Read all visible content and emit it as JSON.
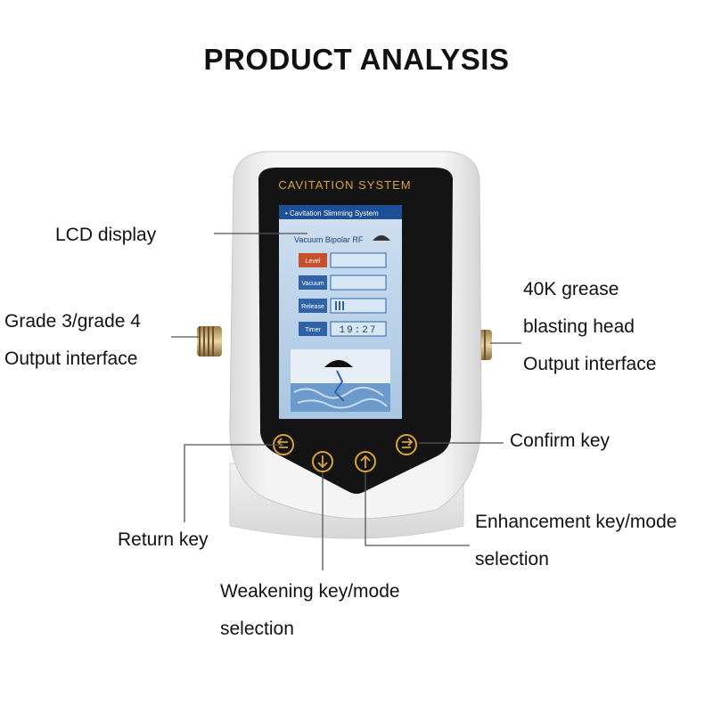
{
  "title": "PRODUCT ANALYSIS",
  "device": {
    "brand_label": "CAVITATION SYSTEM",
    "screen": {
      "header": "• Cavitation Slimming System",
      "mode": "Vacuum Bipolar RF",
      "rows": [
        {
          "label": "Level"
        },
        {
          "label": "Vacuum"
        },
        {
          "label": "Release"
        },
        {
          "label": "Timer",
          "value": "19:27"
        }
      ]
    }
  },
  "callouts": {
    "lcd": {
      "lines": [
        "LCD display"
      ]
    },
    "grade": {
      "lines": [
        "Grade 3/grade 4",
        "Output interface"
      ]
    },
    "grease": {
      "lines": [
        "40K grease",
        "blasting head",
        "Output interface"
      ]
    },
    "confirm": {
      "lines": [
        "Confirm key"
      ]
    },
    "enhance": {
      "lines": [
        "Enhancement key/mode",
        "selection"
      ]
    },
    "return": {
      "lines": [
        "Return key"
      ]
    },
    "weaken": {
      "lines": [
        "Weakening key/mode",
        "selection"
      ]
    }
  },
  "colors": {
    "body": "#eeeeee",
    "bezel": "#111111",
    "brand_text": "#d9a43a",
    "button_ring": "#d9a43a",
    "screen_bg": "#b9d3ea",
    "level_tag": "#c8502a",
    "tag": "#2f63a8"
  }
}
